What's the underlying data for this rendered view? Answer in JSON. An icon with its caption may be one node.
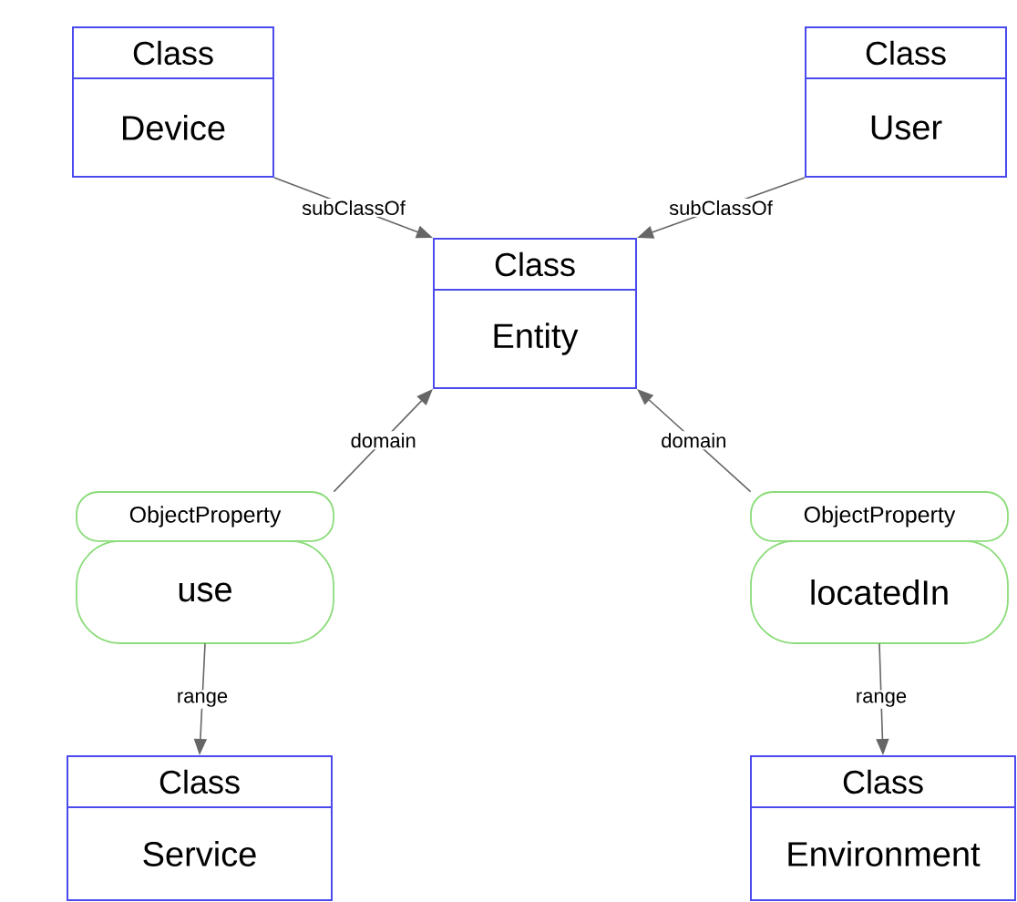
{
  "diagram": {
    "nodes": [
      {
        "text": [
          "Class",
          "Device"
        ]
      },
      {
        "text": [
          "Class",
          "User"
        ]
      },
      {
        "text": [
          "Class",
          "Entity"
        ]
      },
      {
        "text": [
          "ObjectProperty",
          "use"
        ]
      },
      {
        "text": [
          "ObjectProperty",
          "locatedIn"
        ]
      },
      {
        "text": [
          "Class",
          "Service"
        ]
      },
      {
        "text": [
          "Class",
          "Environment"
        ]
      }
    ],
    "edges": [
      {
        "from": 0,
        "to": 2,
        "arrow": "to",
        "label": "subClassOf"
      },
      {
        "from": 1,
        "to": 2,
        "arrow": "to",
        "label": "subClassOf"
      },
      {
        "from": 3,
        "to": 2,
        "arrow": "to",
        "label": "domain"
      },
      {
        "from": 4,
        "to": 2,
        "arrow": "to",
        "label": "domain"
      },
      {
        "from": 3,
        "to": 5,
        "arrow": "to",
        "label": "range"
      },
      {
        "from": 4,
        "to": 6,
        "arrow": "to",
        "label": "range"
      }
    ]
  }
}
